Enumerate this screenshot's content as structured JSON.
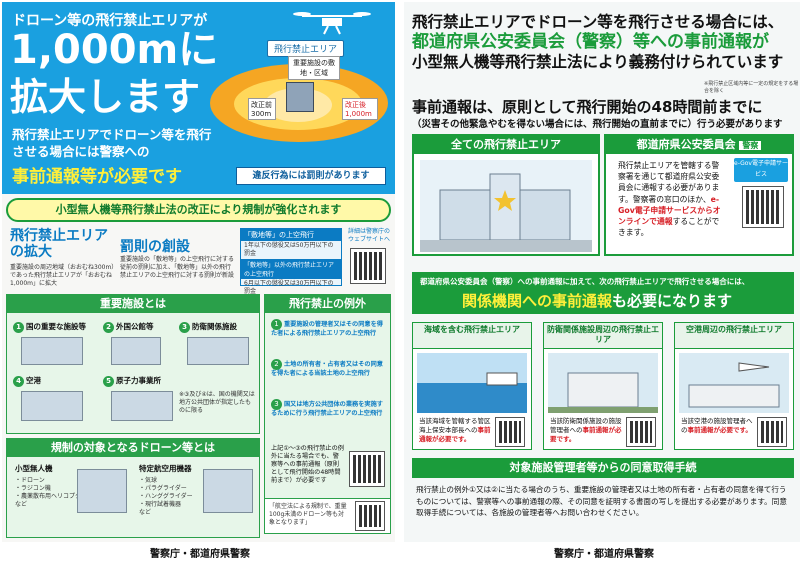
{
  "left": {
    "header": {
      "line1": "ドローン等の飛行禁止エリアが",
      "big1": "1,000mに",
      "big2": "拡大します",
      "desc": "飛行禁止エリアでドローン等を飛行させる場合には警察への",
      "emph": "事前通報等が必要です"
    },
    "diagram": {
      "zone_tag": "飛行禁止エリア",
      "facility_label": "重要施設の敷地・区域",
      "old_label": "改正前 300m",
      "new_label": "改正後 1,000m"
    },
    "penalty_note": "違反行為には罰則があります",
    "banner": "小型無人機等飛行禁止法の改正により規制が強化されます",
    "change1": {
      "title": "飛行禁止エリアの拡大",
      "text": "重要施設の周辺地域（おおむね300m）であった飛行禁止エリアが「おおむね1,000m」に拡大"
    },
    "change2": {
      "title": "罰則の創設",
      "text": "重要施設の「敷地等」の上空飛行に対する従前の罰則に加え、「敷地等」以外の飛行禁止エリアの上空飛行に対する罰則が新設"
    },
    "penalty_card": {
      "line1": "「敷地等」の上空飛行",
      "line2": "1年以下の懲役又は50万円以下の罰金",
      "line3": "「敷地等」以外の飛行禁止エリアの上空飛行",
      "line4": "6月以下の懲役又は30万円以下の罰金"
    },
    "qr1_caption": "詳細は警察庁のウェブサイトへ",
    "facilities": {
      "title": "重要施設とは",
      "items": [
        {
          "n": "1",
          "label": "国の重要な施設等"
        },
        {
          "n": "2",
          "label": "外国公館等"
        },
        {
          "n": "3",
          "label": "防衛関係施設"
        },
        {
          "n": "4",
          "label": "空港"
        },
        {
          "n": "5",
          "label": "原子力事業所"
        }
      ],
      "note": "※③及び④は、国の機関又は地方公共団体が指定したものに限る"
    },
    "exceptions": {
      "title": "飛行禁止の例外",
      "items": [
        {
          "n": "1",
          "text": "重要施設の管理者又はその同意を得た者による飛行禁止エリアの上空飛行"
        },
        {
          "n": "2",
          "text": "土地の所有者・占有者又はその同意を得た者による当該土地の上空飛行"
        },
        {
          "n": "3",
          "text": "国又は地方公共団体の業務を実施するために行う飛行禁止エリアの上空飛行"
        }
      ],
      "footnote": "上記①〜③の飛行禁止の例外に当たる場合でも、警察等への事前通報（原則として飛行開始の48時間前まで）が必要です"
    },
    "drones": {
      "title": "規制の対象となるドローン等とは",
      "cat1_title": "小型無人機",
      "cat1_items": [
        "・ドローン",
        "・ラジコン機",
        "・農薬散布用ヘリコプター",
        "など"
      ],
      "cat2_title": "特定航空用機器",
      "cat2_items": [
        "・気球",
        "・パラグライダー",
        "・ハンググライダー",
        "・現行試着機器",
        "など"
      ]
    },
    "small_note": "「航空法による規制で、重量100g未満のドローン等も対象となります」",
    "footer": "警察庁・都道府県警察"
  },
  "right": {
    "title_line1": "飛行禁止エリアでドローン等を飛行させる場合には、",
    "title_line2": "都道府県公安委員会（警察）等への事前通報が",
    "title_line3": "小型無人機等飛行禁止法により義務付けられています",
    "tiny_note": "※飛行禁止区域内等に一定の規定をする場合を除く",
    "head_main": "事前通報は、原則として飛行開始の48時間前までに",
    "head_sub": "（災害その他緊急やむを得ない場合には、飛行開始の直前までに）行う必要があります",
    "box1_title": "全ての飛行禁止エリア",
    "box2_title": "都道府県公安委員会",
    "box2_badge": "警察",
    "box2_text1": "飛行禁止エリアを管轄する警察署を通じて都道府県公安委員会に通報する必要があります。警察署の窓口のほか、",
    "box2_red": "e-Gov電子申請サービスからオンラインで通報",
    "box2_text2": "することができます。",
    "egov_label": "e-Gov電子申請サービス",
    "band_line1": "都道府県公安委員会（警察）への事前通報に加えて、次の飛行禁止エリアで飛行させる場合には、",
    "band_line2a": "関係機関への事前通報",
    "band_line2b": "も必要になります",
    "panels": [
      {
        "title": "海域を含む飛行禁止エリア",
        "cap": "当該海域を管轄する管区海上保安本部長への",
        "red": "事前通報が必要です。"
      },
      {
        "title": "防衛関係施設周辺の飛行禁止エリア",
        "cap": "当該防衛関係施設の施設管理者への",
        "red": "事前通報が必要です。"
      },
      {
        "title": "空港周辺の飛行禁止エリア",
        "cap": "当該空港の施設管理者への",
        "red": "事前通報が必要です。"
      }
    ],
    "consent_title": "対象施設管理者等からの同意取得手続",
    "consent_text": "飛行禁止の例外①又は②に当たる場合のうち、重要施設の管理者又は土地の所有者・占有者の同意を得て行うものについては、警察等への事前通報の際、その同意を証明する書面の写しを提出する必要があります。同意取得手続については、各施設の管理者等へお問い合わせください。",
    "footer": "警察庁・都道府県警察"
  }
}
